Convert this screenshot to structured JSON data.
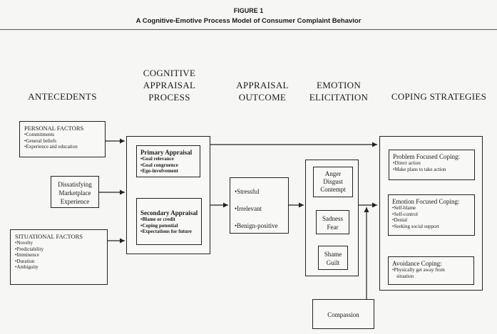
{
  "figure": {
    "label": "FIGURE 1",
    "title": "A Cognitive-Emotive Process Model of Consumer Complaint Behavior"
  },
  "headers": {
    "antecedents": "ANTECEDENTS",
    "cognitive_1": "COGNITIVE",
    "cognitive_2": "APPRAISAL",
    "cognitive_3": "PROCESS",
    "outcome_1": "APPRAISAL",
    "outcome_2": "OUTCOME",
    "emotion_1": "EMOTION",
    "emotion_2": "ELICITATION",
    "coping": "COPING STRATEGIES"
  },
  "antecedents": {
    "personal": {
      "title": "PERSONAL FACTORS",
      "items": [
        "Commitments",
        "General beliefs",
        "Experience and education"
      ]
    },
    "dissatisfying": {
      "line1": "Dissatisfying",
      "line2": "Marketplace",
      "line3": "Experience"
    },
    "situational": {
      "title": "SITUATIONAL FACTORS",
      "items": [
        "Novelty",
        "Predictability",
        "Imminence",
        "Duration",
        "Ambiguity"
      ]
    }
  },
  "appraisal": {
    "primary": {
      "title": "Primary Appraisal",
      "items": [
        "Goal relevance",
        "Goal congruence",
        "Ego-involvement"
      ]
    },
    "secondary": {
      "title": "Secondary Appraisal",
      "items": [
        "Blame or credit",
        "Coping potential",
        "Expectations for future"
      ]
    }
  },
  "outcome": {
    "items": [
      "Stressful",
      "Irrelevant",
      "Benign-positive"
    ]
  },
  "emotion": {
    "group1": [
      "Anger",
      "Disgust",
      "Contempt"
    ],
    "group2": [
      "Sadness",
      "Fear"
    ],
    "group3": [
      "Shame",
      "Guilt"
    ],
    "compassion": "Compassion"
  },
  "coping": {
    "problem": {
      "title": "Problem Focused Coping:",
      "items": [
        "Direct action",
        "Make plans to take action"
      ]
    },
    "emotion_focused": {
      "title": "Emotion Focused Coping:",
      "items": [
        "Self-blame",
        "Self-control",
        "Denial",
        "Seeking social support"
      ]
    },
    "avoidance": {
      "title": "Avoidance Coping:",
      "items": [
        "Physically get away from",
        "situation"
      ]
    }
  }
}
